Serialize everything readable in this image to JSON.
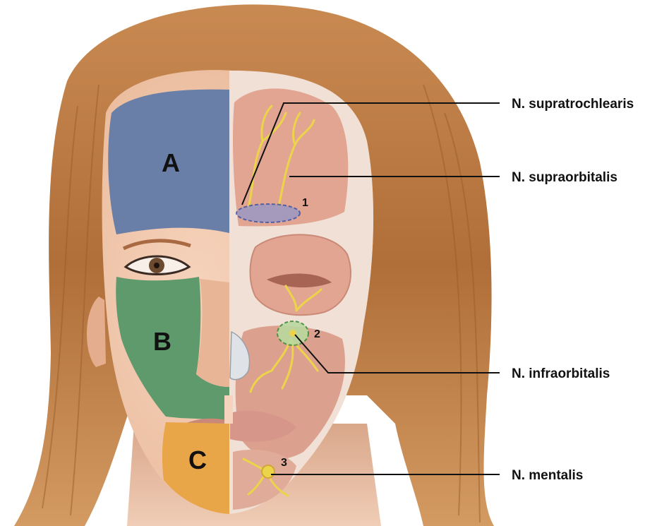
{
  "zones": [
    {
      "id": "A",
      "label": "A",
      "color": "#6a7fa8"
    },
    {
      "id": "B",
      "label": "B",
      "color": "#5f9a6c"
    },
    {
      "id": "C",
      "label": "C",
      "color": "#e9a649"
    }
  ],
  "injection_sites": [
    {
      "number": "1"
    },
    {
      "number": "2"
    },
    {
      "number": "3"
    }
  ],
  "nerve_labels": [
    {
      "text": "N. supratrochlearis"
    },
    {
      "text": "N. supraorbitalis"
    },
    {
      "text": "N. infraorbitalis"
    },
    {
      "text": "N. mentalis"
    }
  ],
  "colors": {
    "hair": "#b4753f",
    "skin": "#f0c7ac",
    "muscle": "#e2a592",
    "nerve": "#ecd44a",
    "site_1_fill": "#9b98c4",
    "site_2_fill": "#b9d9a0"
  }
}
